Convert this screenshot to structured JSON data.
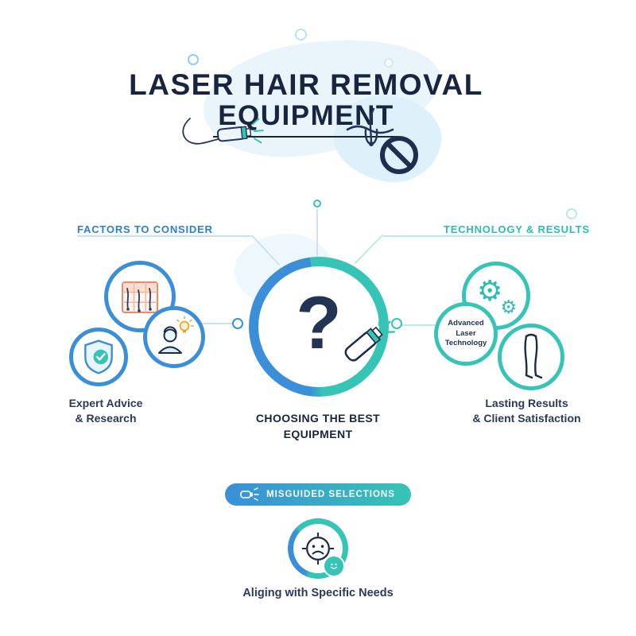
{
  "title": {
    "line1": "LASER HAIR REMOVAL",
    "line2": "EQUIPMENT"
  },
  "headers": {
    "left": "FACTORS TO CONSIDER",
    "right": "TECHNOLOGY & RESULTS"
  },
  "center": {
    "question_mark": "?",
    "label": "CHOOSING THE BEST\nEQUIPMENT"
  },
  "left_cluster": {
    "label": "Expert Advice\n& Research"
  },
  "right_cluster": {
    "tech_circle_text": "Advanced\nLaser\nTechnology",
    "label": "Lasting Results\n& Client Satisfaction"
  },
  "bottom": {
    "banner": "MISGUIDED SELECTIONS",
    "label": "Aliging with Specific Needs"
  },
  "icons": {
    "gear": "⚙"
  },
  "colors": {
    "blue": "#3a8fd8",
    "teal": "#35c4b5",
    "navy": "#18253f",
    "light_blob": "#e9f4fb"
  }
}
